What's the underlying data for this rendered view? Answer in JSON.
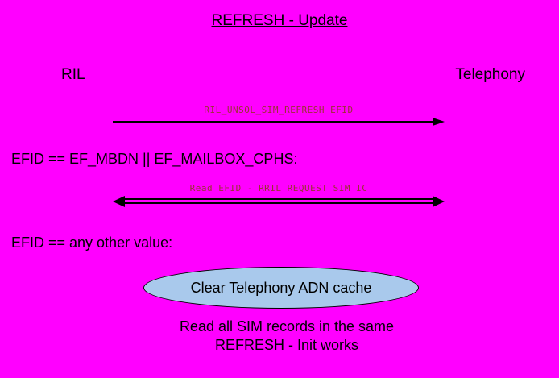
{
  "colors": {
    "background": "#FF00FF",
    "ellipse_fill": "#A9C9EC",
    "message_label": "#993333",
    "text": "#000000"
  },
  "title": "REFRESH - Update",
  "actors": {
    "left": "RIL",
    "right": "Telephony"
  },
  "messages": [
    {
      "label": "RIL_UNSOL_SIM_REFRESH EFID",
      "direction": "right"
    },
    {
      "label": "Read EFID - RRIL_REQUEST_SIM_IC",
      "direction": "both"
    }
  ],
  "conditions": {
    "first": "EFID == EF_MBDN || EF_MAILBOX_CPHS:",
    "second": "EFID == any other value:"
  },
  "ellipse_label": "Clear Telephony ADN cache",
  "footnote": {
    "line1": "Read all SIM records in the same",
    "line2": "REFRESH - Init works"
  }
}
